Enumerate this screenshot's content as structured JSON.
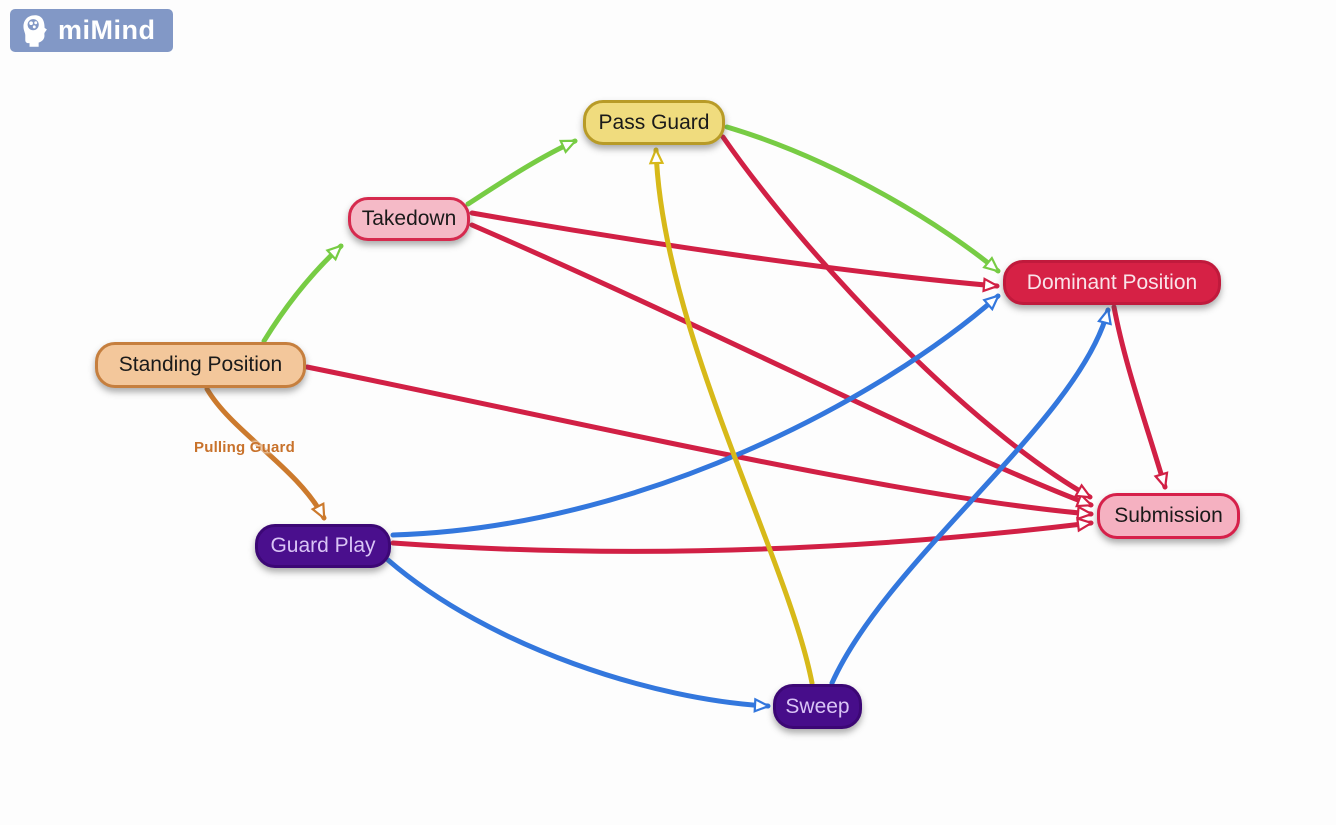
{
  "app": {
    "logo_text": "miMind",
    "logo_bg": "#8298c6",
    "logo_fg": "#ffffff"
  },
  "palette": {
    "green": "#77cc44",
    "red": "#d12045",
    "blue": "#3377dd",
    "yellow": "#d7b919",
    "orange": "#cc7a2d",
    "arrow_fill": "#ffffff"
  },
  "nodes": [
    {
      "id": "standing-position",
      "label": "Standing Position",
      "fill": "#f3c79b",
      "border": "#c67f3e",
      "text": "#1a1a1a"
    },
    {
      "id": "takedown",
      "label": "Takedown",
      "fill": "#f5bac7",
      "border": "#d62a4e",
      "text": "#1a1a1a"
    },
    {
      "id": "pass-guard",
      "label": "Pass Guard",
      "fill": "#f0dc7e",
      "border": "#b89b27",
      "text": "#1a1a1a"
    },
    {
      "id": "dominant-position",
      "label": "Dominant Position",
      "fill": "#d62145",
      "border": "#c01a3c",
      "text": "#f9e3e9"
    },
    {
      "id": "guard-play",
      "label": "Guard Play",
      "fill": "#4a0f8d",
      "border": "#3c0775",
      "text": "#d9c4f5"
    },
    {
      "id": "sweep",
      "label": "Sweep",
      "fill": "#470d8a",
      "border": "#3c0775",
      "text": "#d9c4f5"
    },
    {
      "id": "submission",
      "label": "Submission",
      "fill": "#f5b1c1",
      "border": "#d6204a",
      "text": "#1a1a1a"
    }
  ],
  "edges": [
    {
      "from": "Standing Position",
      "to": "Takedown",
      "color": "green"
    },
    {
      "from": "Takedown",
      "to": "Pass Guard",
      "color": "green"
    },
    {
      "from": "Pass Guard",
      "to": "Dominant Position",
      "color": "green"
    },
    {
      "from": "Takedown",
      "to": "Dominant Position",
      "color": "red"
    },
    {
      "from": "Takedown",
      "to": "Submission",
      "color": "red"
    },
    {
      "from": "Pass Guard",
      "to": "Submission",
      "color": "red"
    },
    {
      "from": "Standing Position",
      "to": "Submission",
      "color": "red"
    },
    {
      "from": "Guard Play",
      "to": "Submission",
      "color": "red"
    },
    {
      "from": "Dominant Position",
      "to": "Submission",
      "color": "red"
    },
    {
      "from": "Guard Play",
      "to": "Dominant Position",
      "color": "blue"
    },
    {
      "from": "Guard Play",
      "to": "Sweep",
      "color": "blue"
    },
    {
      "from": "Sweep",
      "to": "Dominant Position",
      "color": "blue"
    },
    {
      "from": "Sweep",
      "to": "Pass Guard",
      "color": "yellow"
    },
    {
      "from": "Standing Position",
      "to": "Guard Play",
      "color": "orange",
      "label": "Pulling Guard"
    }
  ],
  "edge_label": {
    "text": "Pulling Guard",
    "color": "#c8722b"
  }
}
